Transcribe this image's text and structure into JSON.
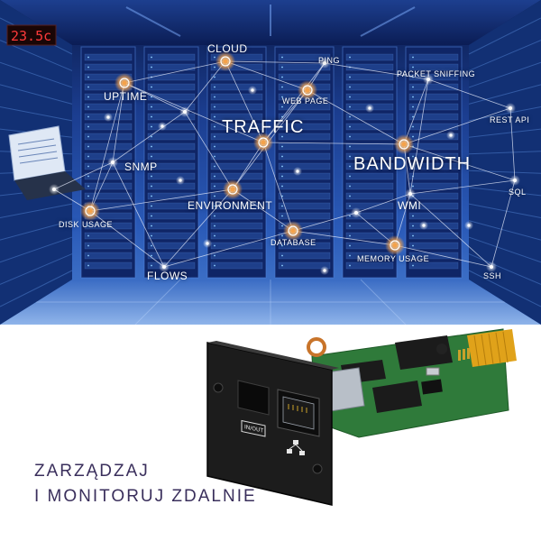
{
  "network": {
    "cloud": "CLOUD",
    "ping": "PING",
    "packet_sniffing": "PACKET SNIFFING",
    "uptime": "UPTIME",
    "web_page": "WEB PAGE",
    "rest_api": "REST API",
    "traffic": "TRAFFIC",
    "bandwidth": "BANDWIDTH",
    "snmp": "SNMP",
    "sql": "SQL",
    "environment": "ENVIRONMENT",
    "wmi": "WMI",
    "disk_usage": "DISK USAGE",
    "database": "DATABASE",
    "memory_usage": "MEMORY USAGE",
    "flows": "FLOWS",
    "ssh": "SSH"
  },
  "display": {
    "readout": "23.5c"
  },
  "card": {
    "port_label": "IN/OUT"
  },
  "slogan": {
    "line1": "ZARZĄDZAJ",
    "line2": "I MONITORUJ ZDALNIE"
  },
  "colors": {
    "node_orange": "#f5a24a",
    "slogan": "#3a2f5c",
    "pcb_green": "#2f7a3a",
    "gold_contacts": "#e0a21a"
  }
}
